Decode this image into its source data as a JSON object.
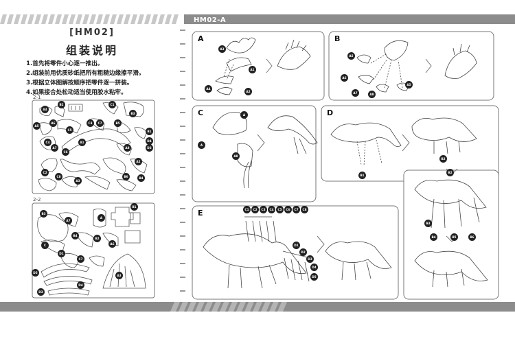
{
  "header": {
    "code_label": "HM02-A",
    "bar_color": "#8c8c8c"
  },
  "left_panel": {
    "code_title": "[HM02]",
    "manual_title": "组装说明",
    "steps": [
      "1.首先将零件小心逐一推出。",
      "2.组装前用优质砂纸把所有粗糙边缘擦平滑。",
      "3.根据立体图解按顺序把零件逐一拼装。",
      "4.如果接合处松动适当使用胶水粘牢。"
    ],
    "sheet_1_label": "2-1",
    "sheet_2_label": "2-2",
    "sheet_1_parts": [
      "A4",
      "B2",
      "C1",
      "A5",
      "A6",
      "C3",
      "B3",
      "C5",
      "C7",
      "B5",
      "C4",
      "A7",
      "B1",
      "D4",
      "A8",
      "C6",
      "A1",
      "B4",
      "A2",
      "D3",
      "C2",
      "C8",
      "A3",
      "B6"
    ],
    "sheet_2_parts": [
      "A",
      "B3",
      "B1",
      "A7",
      "A3",
      "B4",
      "C",
      "D1",
      "D5",
      "C7",
      "B2",
      "A6",
      "D4",
      "D3"
    ]
  },
  "panels": {
    "a": {
      "letter": "A",
      "parts": [
        "A3",
        "A1",
        "A4",
        "A2"
      ]
    },
    "b": {
      "letter": "B",
      "parts": [
        "A5",
        "A6",
        "A7",
        "A8",
        "A5"
      ]
    },
    "c": {
      "letter": "C",
      "parts": [
        "A",
        "A",
        "A8"
      ]
    },
    "d": {
      "letter": "D",
      "parts": [
        "B1",
        "B2",
        "B2",
        "B3",
        "B4",
        "B5",
        "B6"
      ]
    },
    "e": {
      "letter": "E",
      "parts": [
        "C1",
        "C2",
        "C3",
        "C4",
        "C5",
        "C6",
        "C7",
        "C8",
        "D1",
        "D2",
        "D3",
        "D4",
        "D5"
      ]
    }
  }
}
